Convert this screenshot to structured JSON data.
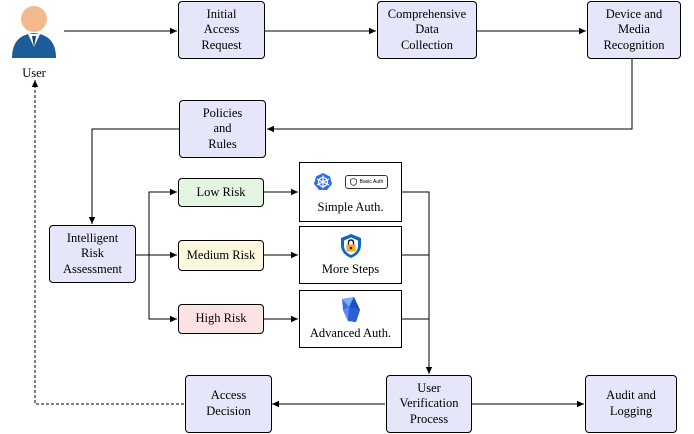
{
  "user": {
    "label": "User"
  },
  "nodes": {
    "initial_access": "Initial\nAccess\nRequest",
    "data_collection": "Comprehensive\nData\nCollection",
    "device_recognition": "Device and\nMedia\nRecognition",
    "policies": "Policies\nand\nRules",
    "risk_assessment": "Intelligent\nRisk\nAssessment",
    "low_risk": "Low Risk",
    "medium_risk": "Medium Risk",
    "high_risk": "High Risk",
    "user_verification": "User\nVerification\nProcess",
    "audit": "Audit and\nLogging",
    "access_decision": "Access\nDecision"
  },
  "auth": {
    "simple": {
      "label": "Simple Auth.",
      "badge": "Basic Auth",
      "icon": "kubernetes-icon"
    },
    "more_steps": {
      "label": "More Steps",
      "icon": "shield-lock-icon"
    },
    "advanced": {
      "label": "Advanced Auth.",
      "icon": "blue-crystal-icon"
    }
  },
  "colors": {
    "node_blue": "#e6e6fa",
    "low_green": "#e3f6e1",
    "medium_yellow": "#fbf8de",
    "high_red": "#fbe3e3",
    "user_orange": "#f5b98e",
    "user_blue": "#1c5d99"
  }
}
